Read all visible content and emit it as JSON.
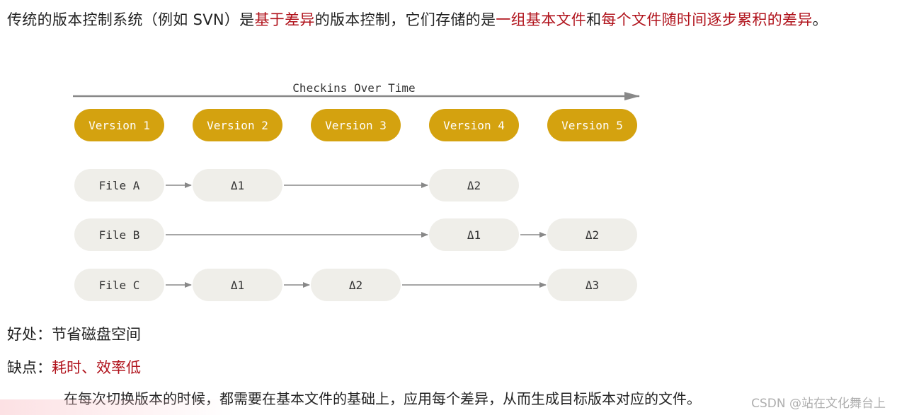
{
  "intro": {
    "part1": "传统的版本控制系统（例如 SVN）是",
    "part2": "基于差异",
    "part3": "的版本控制，它们存储的是",
    "part4": "一组基本文件",
    "part5": "和",
    "part6": "每个文件随时间逐步累积的差异",
    "part7": "。"
  },
  "diagram": {
    "timeline_label": "Checkins Over Time",
    "versions": [
      "Version 1",
      "Version 2",
      "Version 3",
      "Version 4",
      "Version 5"
    ],
    "rows": [
      {
        "file": "File A",
        "cells": {
          "1": "Δ1",
          "3": "Δ2"
        }
      },
      {
        "file": "File B",
        "cells": {
          "3": "Δ1",
          "4": "Δ2"
        }
      },
      {
        "file": "File C",
        "cells": {
          "1": "Δ1",
          "2": "Δ2",
          "4": "Δ3"
        }
      }
    ],
    "colors": {
      "version_fill": "#d4a20f",
      "version_text": "#ffffff",
      "cell_fill": "#efeee9",
      "cell_text": "#333333",
      "arrow": "#888888"
    }
  },
  "benefit": {
    "label": "好处：",
    "text": "节省磁盘空间"
  },
  "drawback": {
    "label": "缺点：",
    "text": "耗时、效率低"
  },
  "explain": "在每次切换版本的时候，都需要在基本文件的基础上，应用每个差异，从而生成目标版本对应的文件。",
  "watermark": "CSDN @站在文化舞台上"
}
